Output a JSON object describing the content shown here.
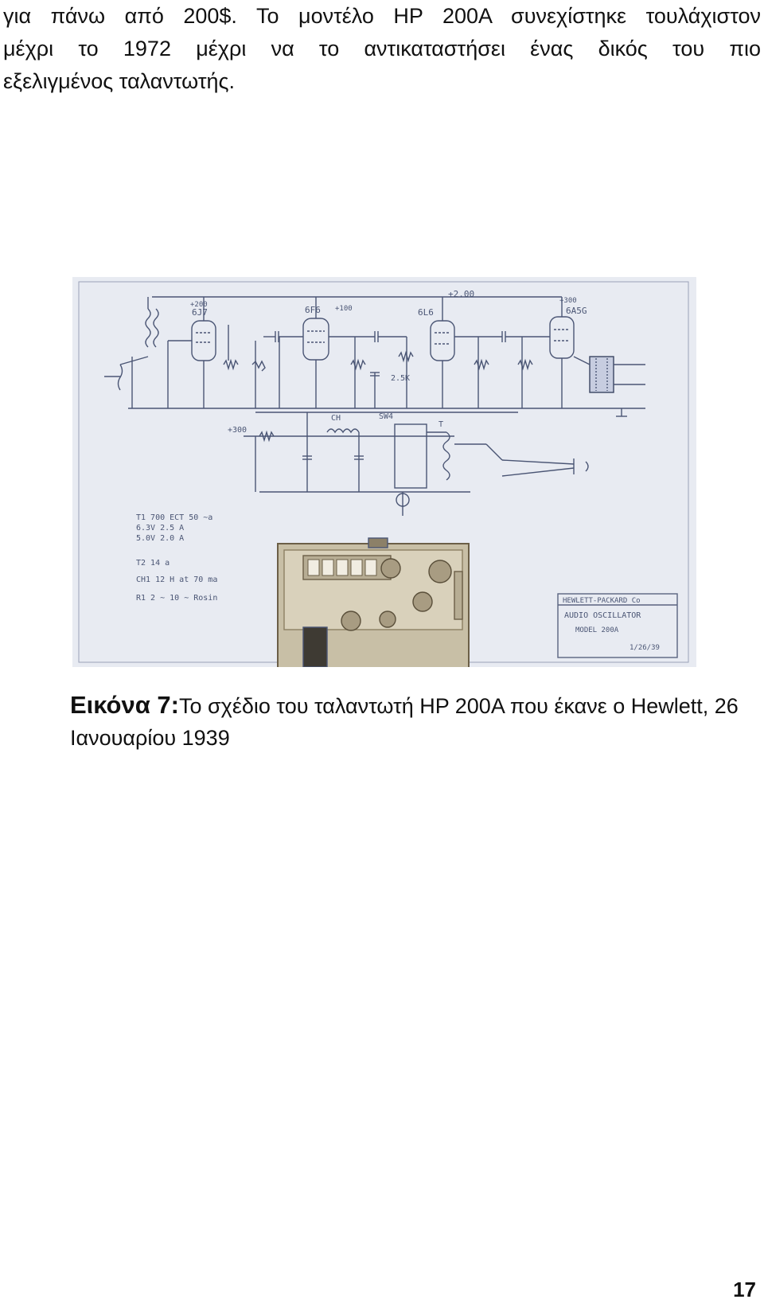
{
  "body_text": {
    "line1": "για πάνω από 200$. Το μοντέλο HP 200A συνεχίστηκε τουλάχιστον",
    "line2": "μέχρι το 1972 μέχρι να το αντικαταστήσει ένας δικός του πιο",
    "line3": "εξελιγμένος ταλαντωτής."
  },
  "figure": {
    "schematic_labels": {
      "tube_1": "6J7",
      "tube_2": "6F6",
      "tube_3": "6L6",
      "tube_4": "6A5G",
      "voltage_1": "+200",
      "voltage_2": "+300",
      "voltage_3": "+100",
      "voltage_4": "+2.00",
      "voltage_5": "+300",
      "resistor_1": "2.5K",
      "switch_label": "SW4",
      "transformer_label": "T",
      "choke_label": "CH"
    },
    "parts_list": {
      "row1": "T1   700 ECT   50 ~a",
      "row2": "     6.3V     2.5 A",
      "row3": "     5.0V     2.0 A",
      "row4": "T2   14 a",
      "row5": "CH1  12 H at 70 ma",
      "row6": "R1   2 ~ 10 ~ Rosin"
    },
    "title_block": {
      "company": "HEWLETT-PACKARD Co",
      "name": "AUDIO OSCILLATOR",
      "model": "MODEL 200A",
      "date": "1/26/39"
    }
  },
  "caption": {
    "label": "Εικόνα 7:",
    "text": "Το σχέδιο του ταλαντωτή HP 200A που έκανε ο Hewlett, 26 Ιανουαρίου 1939"
  },
  "page_number": "17"
}
